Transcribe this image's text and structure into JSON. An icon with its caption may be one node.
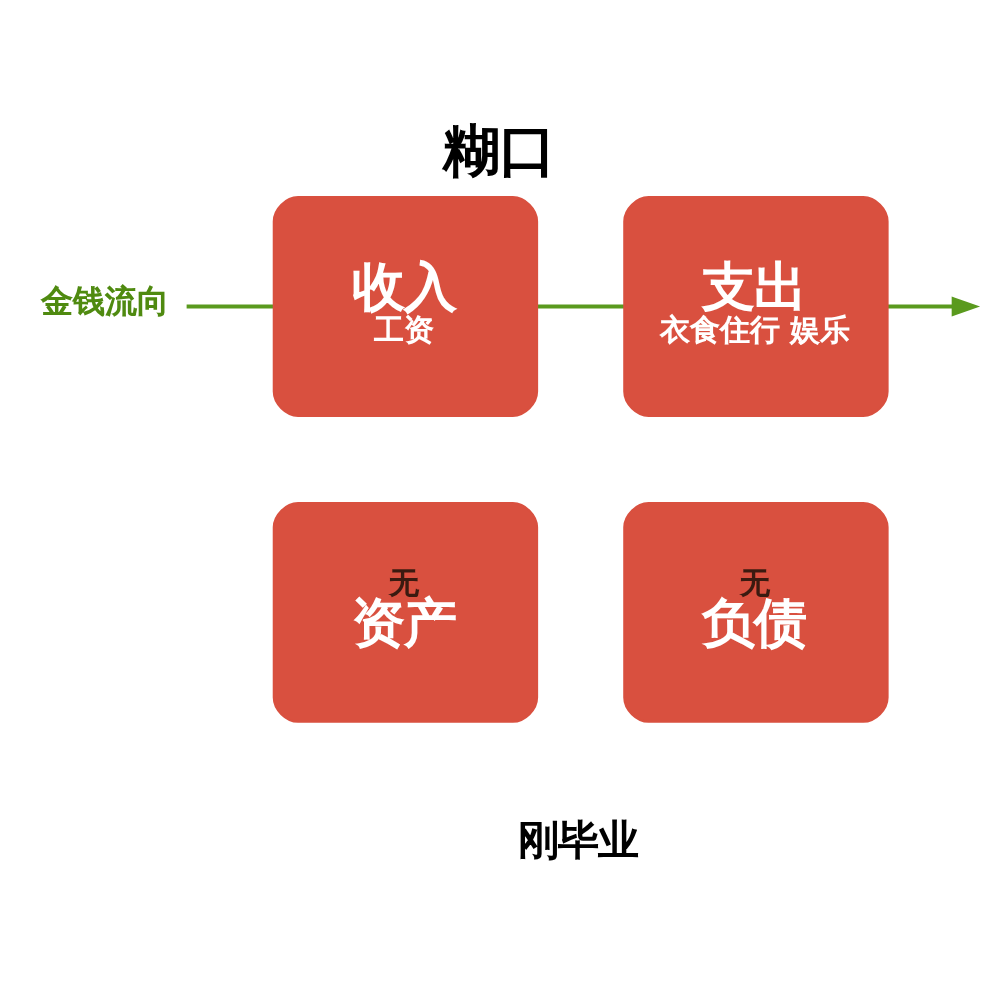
{
  "diagram": {
    "title": "糊口",
    "caption": "刚毕业",
    "nodes": [
      {
        "text": [
          "收入",
          "工资"
        ]
      },
      {
        "text": [
          "支出",
          "衣食住行 娱乐"
        ]
      },
      {
        "text": [
          "无",
          "资产"
        ]
      },
      {
        "text": [
          "无",
          "负债"
        ]
      }
    ],
    "labels": [
      "金钱流向"
    ]
  }
}
